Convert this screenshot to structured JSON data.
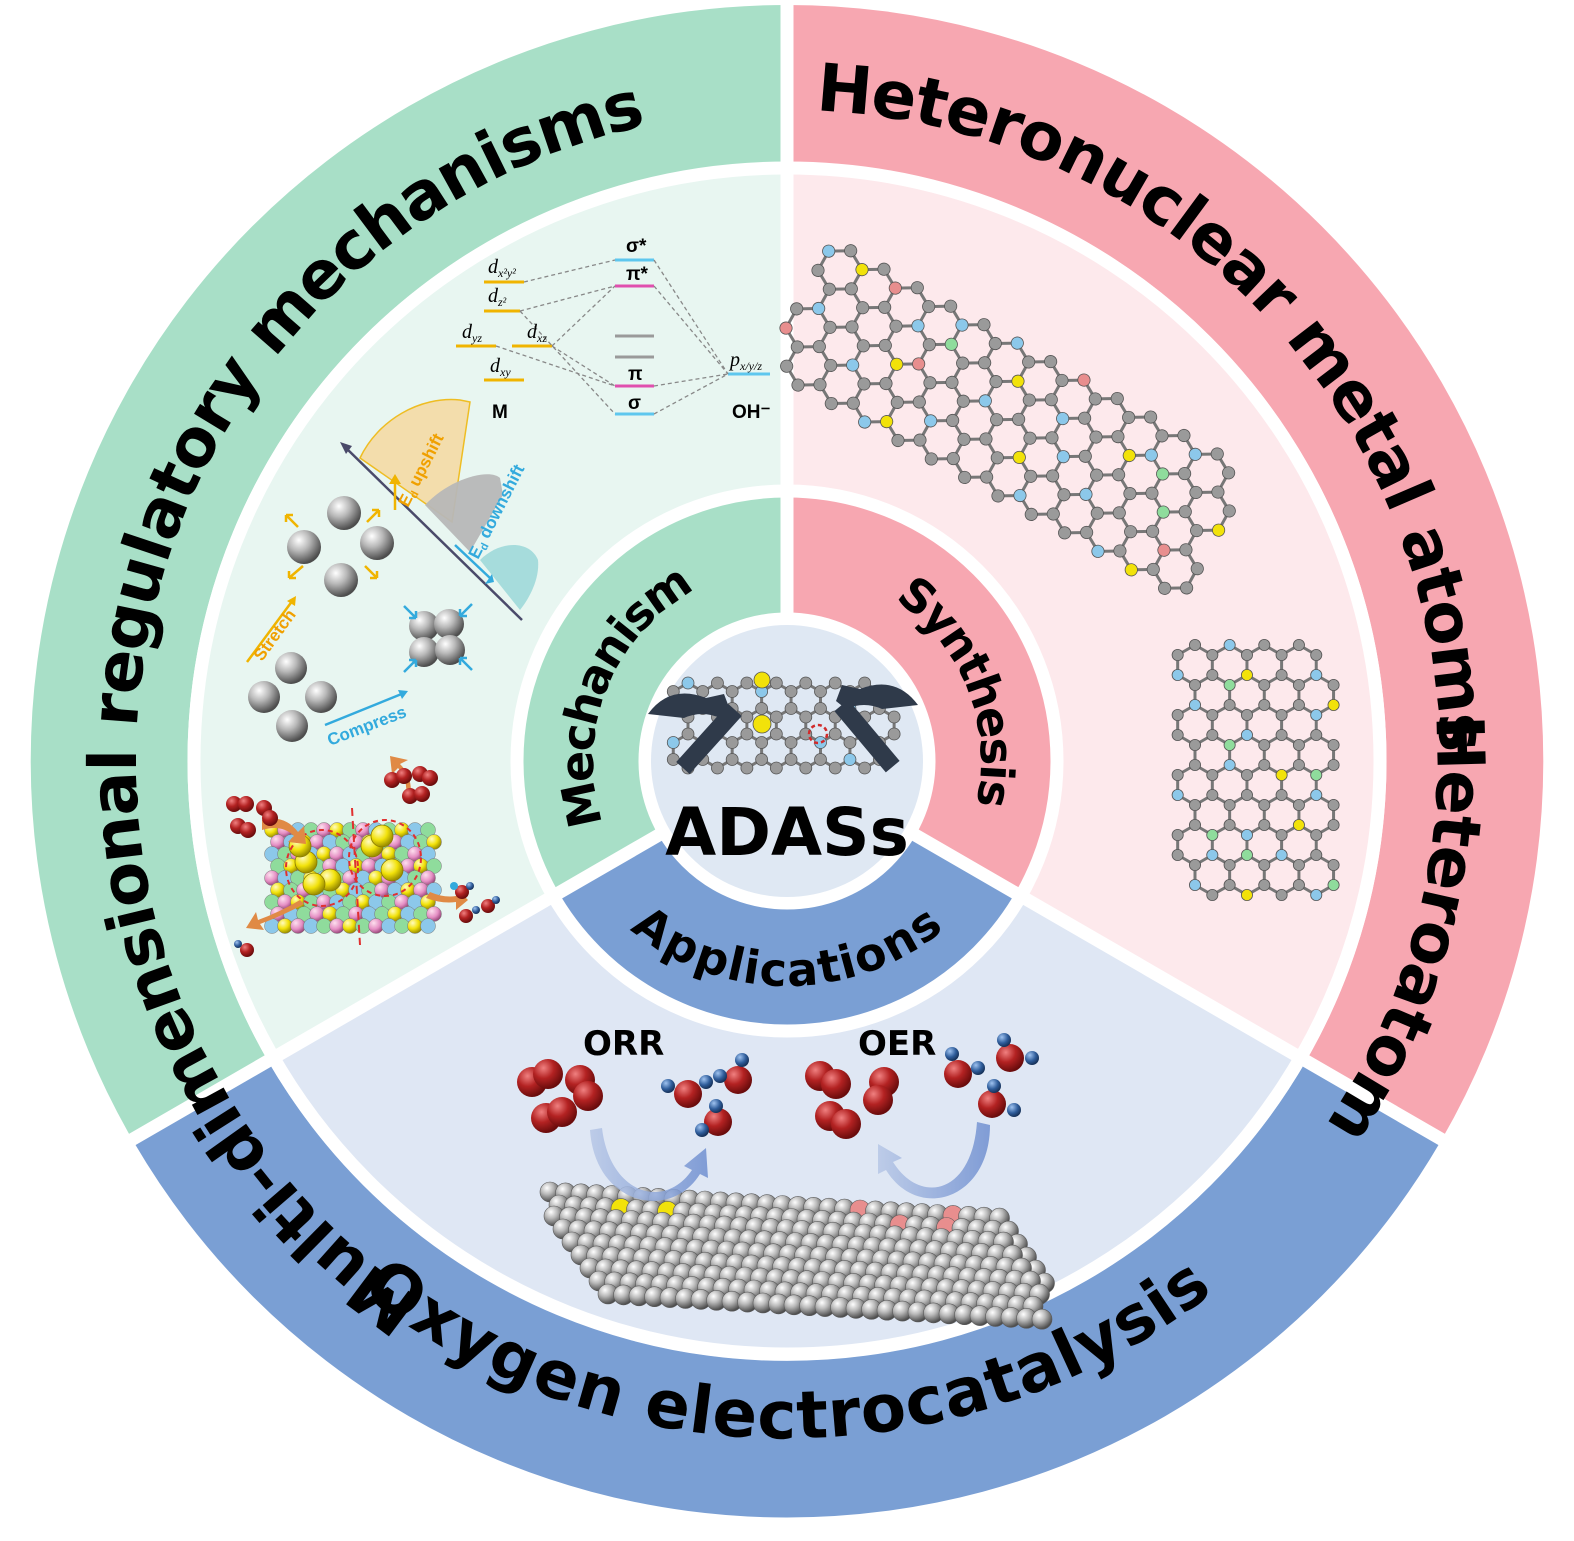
{
  "colors": {
    "green_outer": "#a8dfc7",
    "green_inner": "#e8f6f1",
    "green_mid": "#a8dfc7",
    "pink_outer": "#f7a7b1",
    "pink_inner": "#fde9ec",
    "pink_mid": "#f7a7b1",
    "blue_outer": "#7a9fd4",
    "blue_inner": "#dfe7f4",
    "blue_mid": "#7a9fd4",
    "core": "#dfe8f3",
    "carbon": "#9a9a9a",
    "nitrogen": "#8cc8ea",
    "metal_yellow": "#f2e20a",
    "metal_pink": "#e88e8e",
    "heteroatom_green": "#8fdc9c",
    "oxygen": "#b32222",
    "hydrogen": "#2f5d9b"
  },
  "outer_ring": {
    "mechanisms": "Multi-dimensional regulatory mechanisms",
    "heteronuclear": "Heteronuclear metal atoms",
    "heteroatom": "Heteroatom",
    "oxygen": "Oxygen electrocatalysis"
  },
  "middle_ring": {
    "mechanism": "Mechanism",
    "synthesis": "Synthesis",
    "applications": "Applications"
  },
  "core": {
    "title": "ADASs"
  },
  "orbital_diagram": {
    "d_levels": [
      "d",
      "d",
      "d",
      "d",
      "d"
    ],
    "d_subscripts": [
      "x²y²",
      "z²",
      "yz",
      "xz",
      "xy"
    ],
    "mo_labels": [
      "σ*",
      "π*",
      "π",
      "σ"
    ],
    "p_label": "p",
    "p_subscript": "x/y/z",
    "left_caption": "M",
    "right_caption": "OH⁻"
  },
  "strain": {
    "upshift": "E",
    "upshift_sub": "d",
    "upshift_text": " upshift",
    "downshift": "E",
    "downshift_sub": "d",
    "downshift_text": " downshift",
    "stretch": "Stretch",
    "compress": "Compress"
  },
  "applications": {
    "orr": "ORR",
    "oer": "OER"
  }
}
